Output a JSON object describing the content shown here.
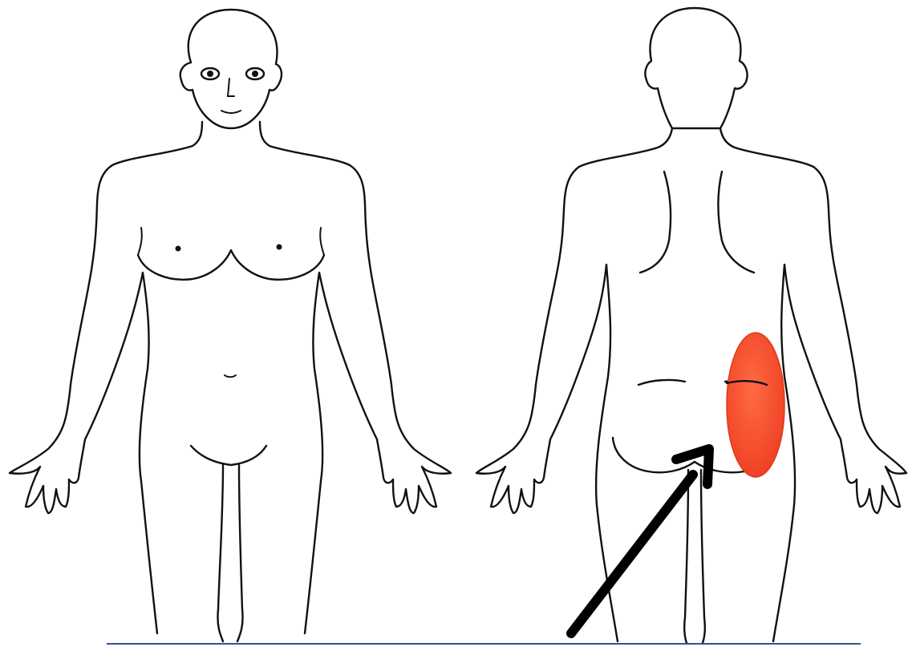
{
  "diagram": {
    "views": [
      {
        "name": "front-view"
      },
      {
        "name": "back-view"
      }
    ],
    "highlight": {
      "region": "right buttock",
      "color": "#F24A2B"
    },
    "arrow": {
      "color": "#000000"
    },
    "bottom_rule_color": "#3B4F8F"
  }
}
